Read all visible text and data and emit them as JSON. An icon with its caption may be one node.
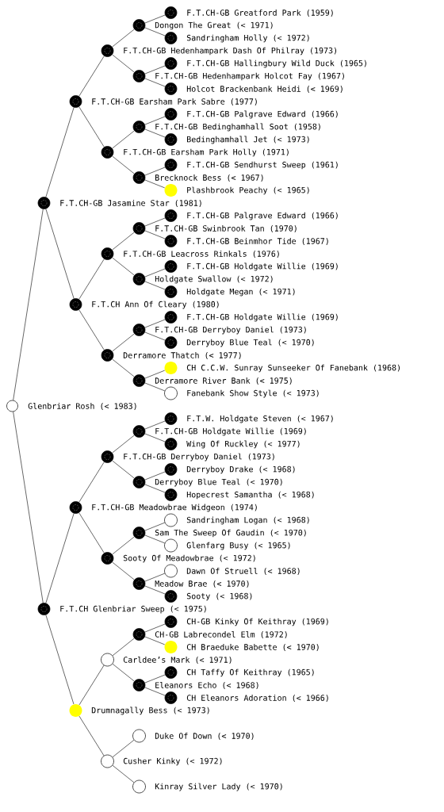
{
  "diagram": {
    "nodes": [
      {
        "text": [
          "F.T.CH-GB Greatford Park (1959)"
        ]
      },
      {
        "text": [
          "Dongon The Great (< 1971)"
        ]
      },
      {
        "text": [
          "Sandringham Holly (< 1972)"
        ]
      },
      {
        "text": [
          "F.T.CH-GB Hedenhampark Dash Of Philray (1973)"
        ]
      },
      {
        "text": [
          "F.T.CH-GB Hallingbury Wild Duck (1965)"
        ]
      },
      {
        "text": [
          "F.T.CH-GB Hedenhampark Holcot Fay (1967)"
        ]
      },
      {
        "text": [
          "Holcot Brackenbank Heidi (< 1969)"
        ]
      },
      {
        "text": [
          "F.T.CH-GB Earsham Park Sabre (1977)"
        ]
      },
      {
        "text": [
          "F.T.CH-GB Palgrave Edward (1966)"
        ]
      },
      {
        "text": [
          "F.T.CH-GB Bedinghamhall Soot (1958)"
        ]
      },
      {
        "text": [
          "Bedinghamhall Jet (< 1973)"
        ]
      },
      {
        "text": [
          "F.T.CH-GB Earsham Park Holly (1971)"
        ]
      },
      {
        "text": [
          "F.T.CH-GB Sendhurst Sweep (1961)"
        ]
      },
      {
        "text": [
          "Brecknock Bess (< 1967)"
        ]
      },
      {
        "text": [
          "Plashbrook Peachy (< 1965)"
        ]
      },
      {
        "text": [
          "F.T.CH-GB Jasamine Star (1981)"
        ]
      },
      {
        "text": [
          "F.T.CH-GB Palgrave Edward (1966)"
        ]
      },
      {
        "text": [
          "F.T.CH-GB Swinbrook Tan (1970)"
        ]
      },
      {
        "text": [
          "F.T.CH-GB Beinmhor Tide (1967)"
        ]
      },
      {
        "text": [
          "F.T.CH-GB Leacross Rinkals (1976)"
        ]
      },
      {
        "text": [
          "F.T.CH-GB Holdgate Willie (1969)"
        ]
      },
      {
        "text": [
          "Holdgate Swallow (< 1972)"
        ]
      },
      {
        "text": [
          "Holdgate Megan (< 1971)"
        ]
      },
      {
        "text": [
          "F.T.CH Ann Of Cleary (1980)"
        ]
      },
      {
        "text": [
          "F.T.CH-GB Holdgate Willie (1969)"
        ]
      },
      {
        "text": [
          "F.T.CH-GB Derryboy Daniel (1973)"
        ]
      },
      {
        "text": [
          "Derryboy Blue Teal (< 1970)"
        ]
      },
      {
        "text": [
          "Derramore Thatch (< 1977)"
        ]
      },
      {
        "text": [
          "CH C.C.W. Sunray Sunseeker Of Fanebank (1968)"
        ]
      },
      {
        "text": [
          "Derramore River Bank (< 1975)"
        ]
      },
      {
        "text": [
          "Fanebank Show Style (< 1973)"
        ]
      },
      {
        "text": [
          "Glenbriar Rosh (< 1983)"
        ]
      },
      {
        "text": [
          "F.T.W. Holdgate Steven (< 1967)"
        ]
      },
      {
        "text": [
          "F.T.CH-GB Holdgate Willie (1969)"
        ]
      },
      {
        "text": [
          "Wing Of Ruckley (< 1977)"
        ]
      },
      {
        "text": [
          "F.T.CH-GB Derryboy Daniel (1973)"
        ]
      },
      {
        "text": [
          "Derryboy Drake (< 1968)"
        ]
      },
      {
        "text": [
          "Derryboy Blue Teal (< 1970)"
        ]
      },
      {
        "text": [
          "Hopecrest Samantha (< 1968)"
        ]
      },
      {
        "text": [
          "F.T.CH-GB Meadowbrae Widgeon (1974)"
        ]
      },
      {
        "text": [
          "Sandringham Logan (< 1968)"
        ]
      },
      {
        "text": [
          "Sam The Sweep Of Gaudin (< 1970)"
        ]
      },
      {
        "text": [
          "Glenfarg Busy (< 1965)"
        ]
      },
      {
        "text": [
          "Sooty Of Meadowbrae (< 1972)"
        ]
      },
      {
        "text": [
          "Dawn Of Struell (< 1968)"
        ]
      },
      {
        "text": [
          "Meadow Brae (< 1970)"
        ]
      },
      {
        "text": [
          "Sooty (< 1968)"
        ]
      },
      {
        "text": [
          "F.T.CH Glenbriar Sweep (< 1975)"
        ]
      },
      {
        "text": [
          "CH-GB Kinky Of Keithray (1969)"
        ]
      },
      {
        "text": [
          "CH-GB Labrecondel Elm (1972)"
        ]
      },
      {
        "text": [
          "CH Braeduke Babette (< 1970)"
        ]
      },
      {
        "text": [
          "Carldee’s Mark (< 1971)"
        ]
      },
      {
        "text": [
          "CH Taffy Of Keithray (1965)"
        ]
      },
      {
        "text": [
          "Eleanors Echo (< 1968)"
        ]
      },
      {
        "text": [
          "CH Eleanors Adoration (< 1966)"
        ]
      },
      {
        "text": [
          "Drumnagally Bess (< 1973)"
        ]
      },
      {
        "text": [
          "Duke Of Down (< 1970)"
        ]
      },
      {
        "text": [
          "Cusher Kinky (< 1972)"
        ]
      },
      {
        "text": [
          "Kinray Silver Lady (< 1970)"
        ]
      }
    ],
    "edges": [
      {
        "from": 31,
        "to": 15,
        "arrow": "none"
      },
      {
        "from": 31,
        "to": 47,
        "arrow": "none"
      },
      {
        "from": 15,
        "to": 7,
        "arrow": "none"
      },
      {
        "from": 15,
        "to": 23,
        "arrow": "none"
      },
      {
        "from": 47,
        "to": 39,
        "arrow": "none"
      },
      {
        "from": 47,
        "to": 55,
        "arrow": "none"
      },
      {
        "from": 7,
        "to": 3,
        "arrow": "none"
      },
      {
        "from": 7,
        "to": 11,
        "arrow": "none"
      },
      {
        "from": 23,
        "to": 19,
        "arrow": "none"
      },
      {
        "from": 23,
        "to": 27,
        "arrow": "none"
      },
      {
        "from": 39,
        "to": 35,
        "arrow": "none"
      },
      {
        "from": 39,
        "to": 43,
        "arrow": "none"
      },
      {
        "from": 55,
        "to": 51,
        "arrow": "none"
      },
      {
        "from": 55,
        "to": 57,
        "arrow": "none"
      },
      {
        "from": 3,
        "to": 1,
        "arrow": "none"
      },
      {
        "from": 3,
        "to": 5,
        "arrow": "none"
      },
      {
        "from": 11,
        "to": 9,
        "arrow": "none"
      },
      {
        "from": 11,
        "to": 13,
        "arrow": "none"
      },
      {
        "from": 19,
        "to": 17,
        "arrow": "none"
      },
      {
        "from": 19,
        "to": 21,
        "arrow": "none"
      },
      {
        "from": 27,
        "to": 25,
        "arrow": "none"
      },
      {
        "from": 27,
        "to": 29,
        "arrow": "none"
      },
      {
        "from": 35,
        "to": 33,
        "arrow": "none"
      },
      {
        "from": 35,
        "to": 37,
        "arrow": "none"
      },
      {
        "from": 43,
        "to": 41,
        "arrow": "none"
      },
      {
        "from": 43,
        "to": 45,
        "arrow": "none"
      },
      {
        "from": 51,
        "to": 49,
        "arrow": "none"
      },
      {
        "from": 51,
        "to": 53,
        "arrow": "none"
      },
      {
        "from": 57,
        "to": 56,
        "arrow": "none"
      },
      {
        "from": 57,
        "to": 58,
        "arrow": "none"
      },
      {
        "from": 1,
        "to": 0,
        "arrow": "none"
      },
      {
        "from": 1,
        "to": 2,
        "arrow": "none"
      },
      {
        "from": 5,
        "to": 4,
        "arrow": "none"
      },
      {
        "from": 5,
        "to": 6,
        "arrow": "none"
      },
      {
        "from": 9,
        "to": 8,
        "arrow": "none"
      },
      {
        "from": 9,
        "to": 10,
        "arrow": "none"
      },
      {
        "from": 13,
        "to": 12,
        "arrow": "none"
      },
      {
        "from": 13,
        "to": 14,
        "arrow": "none"
      },
      {
        "from": 17,
        "to": 16,
        "arrow": "none"
      },
      {
        "from": 17,
        "to": 18,
        "arrow": "none"
      },
      {
        "from": 21,
        "to": 20,
        "arrow": "none"
      },
      {
        "from": 21,
        "to": 22,
        "arrow": "none"
      },
      {
        "from": 25,
        "to": 24,
        "arrow": "none"
      },
      {
        "from": 25,
        "to": 26,
        "arrow": "none"
      },
      {
        "from": 29,
        "to": 28,
        "arrow": "none"
      },
      {
        "from": 29,
        "to": 30,
        "arrow": "none"
      },
      {
        "from": 33,
        "to": 32,
        "arrow": "none"
      },
      {
        "from": 33,
        "to": 34,
        "arrow": "none"
      },
      {
        "from": 37,
        "to": 36,
        "arrow": "none"
      },
      {
        "from": 37,
        "to": 38,
        "arrow": "none"
      },
      {
        "from": 41,
        "to": 40,
        "arrow": "none"
      },
      {
        "from": 41,
        "to": 42,
        "arrow": "none"
      },
      {
        "from": 45,
        "to": 44,
        "arrow": "none"
      },
      {
        "from": 45,
        "to": 46,
        "arrow": "none"
      },
      {
        "from": 49,
        "to": 48,
        "arrow": "none"
      },
      {
        "from": 49,
        "to": 50,
        "arrow": "none"
      },
      {
        "from": 53,
        "to": 52,
        "arrow": "none"
      },
      {
        "from": 53,
        "to": 54,
        "arrow": "none"
      }
    ]
  }
}
